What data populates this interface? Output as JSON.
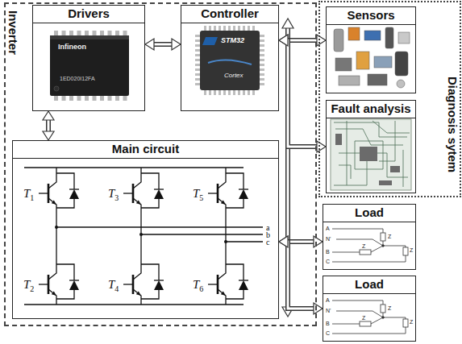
{
  "diagram": {
    "nodes": [
      {
        "text": [
          "Inverter"
        ]
      },
      {
        "text": [
          "Drivers"
        ],
        "in": 0
      },
      {
        "text": [
          "Controller"
        ],
        "in": 0
      },
      {
        "text": [
          "Main circuit"
        ],
        "in": 0
      },
      {
        "text": [
          "Diagnosis sytem"
        ]
      },
      {
        "text": [
          "Sensors"
        ],
        "in": 4
      },
      {
        "text": [
          "Fault analysis"
        ],
        "in": 4
      },
      {
        "text": [
          "Load"
        ]
      },
      {
        "text": [
          "Load"
        ]
      }
    ],
    "edges": [
      {
        "from": 1,
        "to": 2,
        "arrow": "both"
      },
      {
        "from": 1,
        "to": 3,
        "arrow": "both"
      },
      {
        "from": 2,
        "to": 5,
        "arrow": "both"
      },
      {
        "from": 2,
        "to": 6,
        "arrow": "both"
      },
      {
        "from": 3,
        "to": 7,
        "arrow": "both"
      },
      {
        "from": 3,
        "to": 8,
        "arrow": "both"
      }
    ],
    "labels": [
      "Infineon",
      "1ED020I12FA",
      "STM32",
      "Cortex",
      "T1",
      "T3",
      "T5",
      "T2",
      "T4",
      "T6",
      "a",
      "b",
      "c",
      "A",
      "N'",
      "B",
      "C",
      "Z",
      "Z",
      "Z",
      "A",
      "N'",
      "B",
      "C",
      "Z",
      "Z",
      "Z"
    ]
  }
}
